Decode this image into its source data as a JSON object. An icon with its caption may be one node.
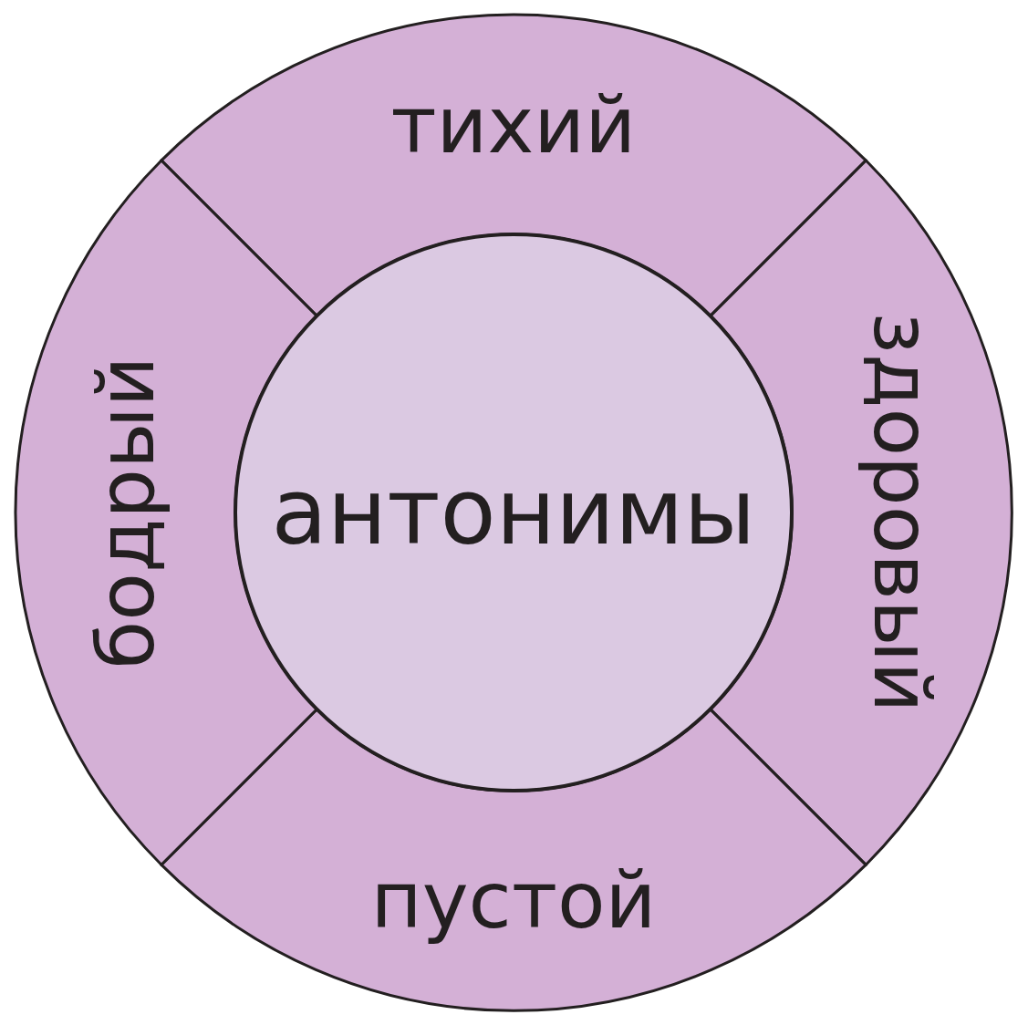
{
  "diagram": {
    "nodes": [
      {
        "text": [
          "тихий"
        ]
      },
      {
        "text": [
          "здоровый"
        ]
      },
      {
        "text": [
          "пустой"
        ]
      },
      {
        "text": [
          "бодрый"
        ]
      },
      {
        "text": [
          "антонимы"
        ]
      }
    ]
  }
}
